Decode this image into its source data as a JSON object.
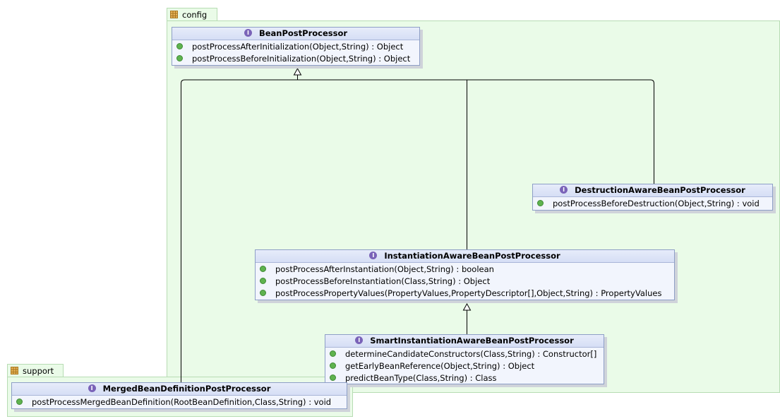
{
  "packages": {
    "config": {
      "name": "config"
    },
    "support": {
      "name": "support"
    }
  },
  "classes": {
    "bean_post_processor": {
      "name": "BeanPostProcessor",
      "methods": [
        "postProcessAfterInitialization(Object,String) : Object",
        "postProcessBeforeInitialization(Object,String) : Object"
      ]
    },
    "destruction_aware": {
      "name": "DestructionAwareBeanPostProcessor",
      "methods": [
        "postProcessBeforeDestruction(Object,String) :  void"
      ]
    },
    "instantiation_aware": {
      "name": "InstantiationAwareBeanPostProcessor",
      "methods": [
        "postProcessAfterInstantiation(Object,String) :  boolean",
        "postProcessBeforeInstantiation(Class,String) : Object",
        "postProcessPropertyValues(PropertyValues,PropertyDescriptor[],Object,String) : PropertyValues"
      ]
    },
    "smart_instantiation_aware": {
      "name": "SmartInstantiationAwareBeanPostProcessor",
      "methods": [
        "determineCandidateConstructors(Class,String) : Constructor[]",
        "getEarlyBeanReference(Object,String) : Object",
        "predictBeanType(Class,String) : Class"
      ]
    },
    "merged_bean_definition": {
      "name": "MergedBeanDefinitionPostProcessor",
      "methods": [
        "postProcessMergedBeanDefinition(RootBeanDefinition,Class,String) :  void"
      ]
    }
  },
  "colors": {
    "package_fill": "#eafbe8",
    "class_fill": "#f2f5fd",
    "interface_icon": "#7a63b8",
    "public_icon": "#5fb34f"
  }
}
